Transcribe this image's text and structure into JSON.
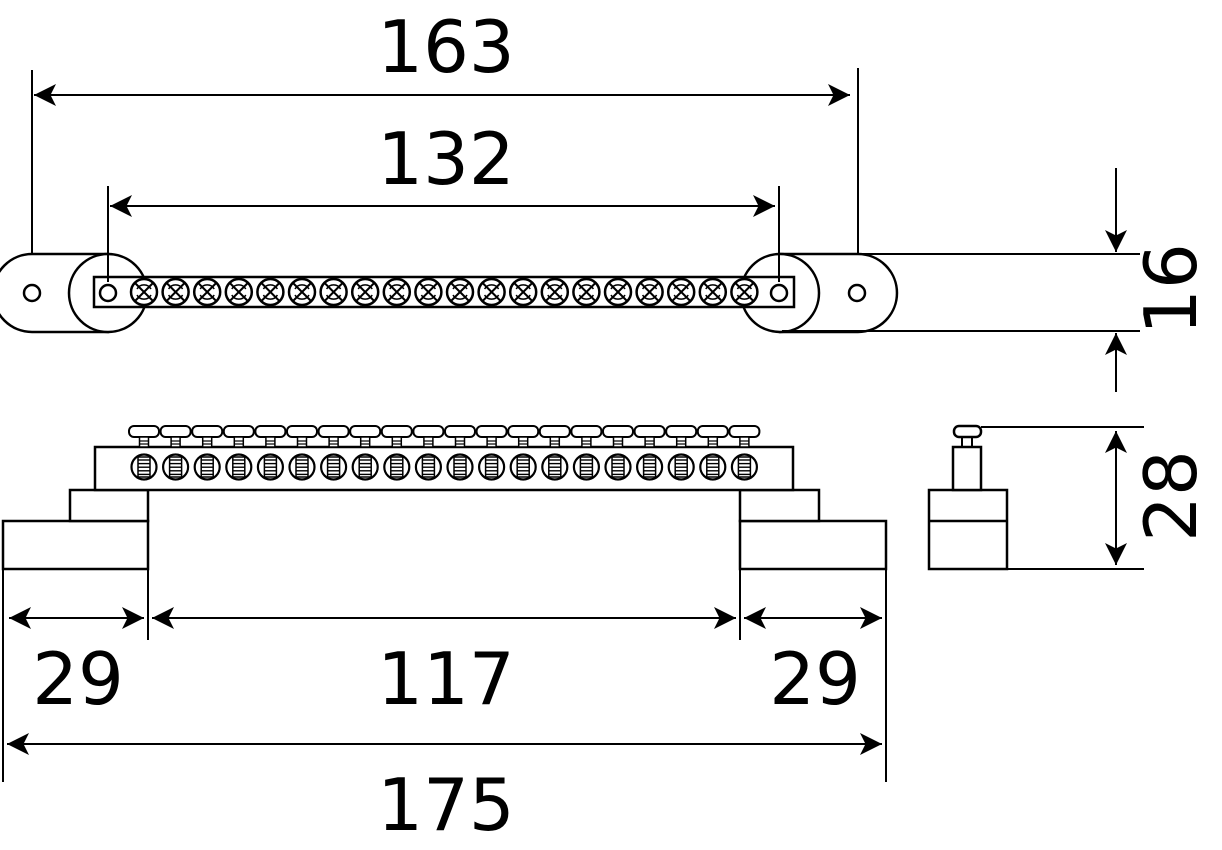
{
  "dimensions": {
    "top_overall": "163",
    "top_inner": "132",
    "height_top": "16",
    "height_side": "28",
    "left_foot": "29",
    "middle_span": "117",
    "right_foot": "29",
    "bottom_overall": "175"
  },
  "terminal_count": 20,
  "colors": {
    "line": "#000000",
    "background": "#ffffff"
  }
}
